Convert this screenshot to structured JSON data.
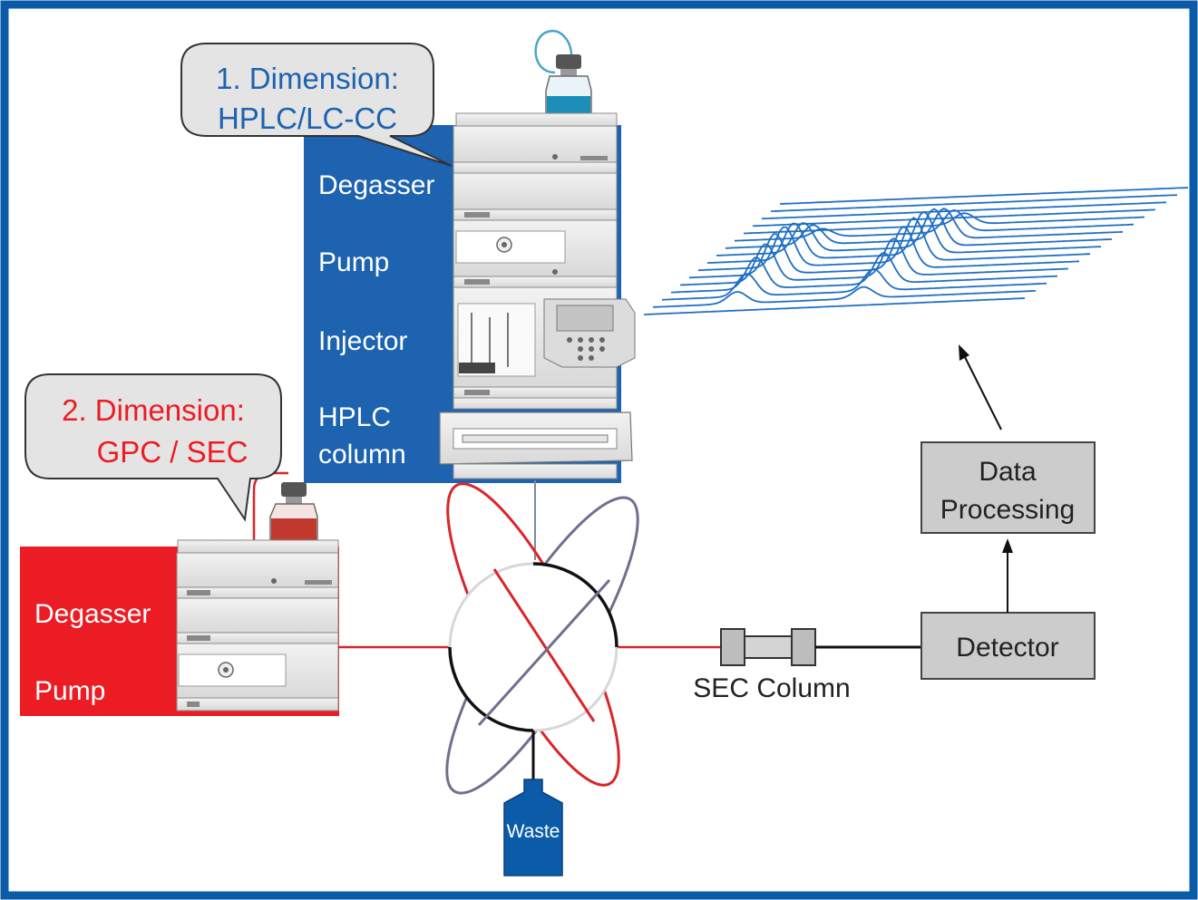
{
  "colors": {
    "frame": "#0b5ba8",
    "dim1": "#1d63b0",
    "dim2": "#ec1c24",
    "wave": "#1f6fc4",
    "box": "#cccccc",
    "bubble": "#e4e4e4",
    "orbit_red": "#d8262a",
    "orbit_grey": "#6f6f90",
    "waste": "#0b5ba8"
  },
  "callouts": {
    "dim1": {
      "line1": "1. Dimension:",
      "line2": "HPLC/LC-CC"
    },
    "dim2": {
      "line1": "2. Dimension:",
      "line2": "GPC / SEC"
    }
  },
  "dim1_stack": {
    "degasser": "Degasser",
    "pump": "Pump",
    "injector": "Injector",
    "column_line1": "HPLC",
    "column_line2": "column"
  },
  "dim2_stack": {
    "degasser": "Degasser",
    "pump": "Pump"
  },
  "sec_column": "SEC Column",
  "detector": "Detector",
  "data_processing": {
    "line1": "Data",
    "line2": "Processing"
  },
  "waste": "Waste"
}
